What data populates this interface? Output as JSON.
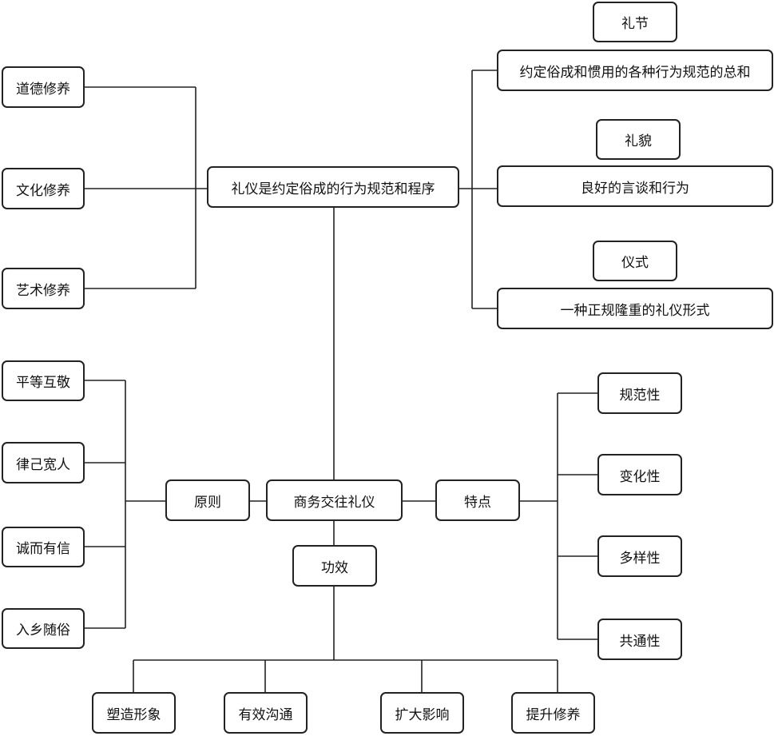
{
  "center": "商务交往礼仪",
  "definition": {
    "label": "礼仪是约定俗成的行为规范和程序",
    "cultivation": [
      "道德修养",
      "文化修养",
      "艺术修养"
    ],
    "types": [
      {
        "name": "礼节",
        "description": "约定俗成和惯用的各种行为规范的总和"
      },
      {
        "name": "礼貌",
        "description": "良好的言谈和行为"
      },
      {
        "name": "仪式",
        "description": "一种正规隆重的礼仪形式"
      }
    ]
  },
  "principles": {
    "label": "原则",
    "items": [
      "平等互敬",
      "律己宽人",
      "诚而有信",
      "入乡随俗"
    ]
  },
  "features": {
    "label": "特点",
    "items": [
      "规范性",
      "变化性",
      "多样性",
      "共通性"
    ]
  },
  "effects": {
    "label": "功效",
    "items": [
      "塑造形象",
      "有效沟通",
      "扩大影响",
      "提升修养"
    ]
  }
}
